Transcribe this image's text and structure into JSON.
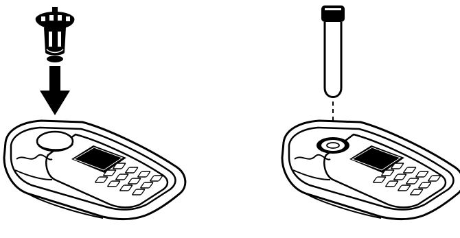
{
  "figure": {
    "background": "#ffffff",
    "ink": "#000000",
    "panels": [
      {
        "id": "left",
        "parts": [
          "adapter-icon",
          "down-arrow-icon",
          "photometer-icon"
        ]
      },
      {
        "id": "right",
        "parts": [
          "test-tube-icon",
          "insertion-guide-line",
          "photometer-icon"
        ]
      }
    ]
  }
}
